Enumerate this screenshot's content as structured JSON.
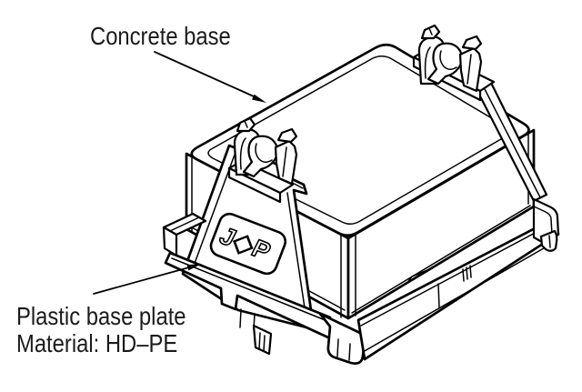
{
  "page": {
    "background": "#ffffff",
    "line_color": "#000000",
    "text_color": "#1b1b1b"
  },
  "drawing": {
    "labels": {
      "concrete_base": "Concrete base",
      "plate_line1": "Plastic base plate",
      "plate_line2": "Material: HD–PE"
    },
    "logo_text": "J◆P"
  }
}
